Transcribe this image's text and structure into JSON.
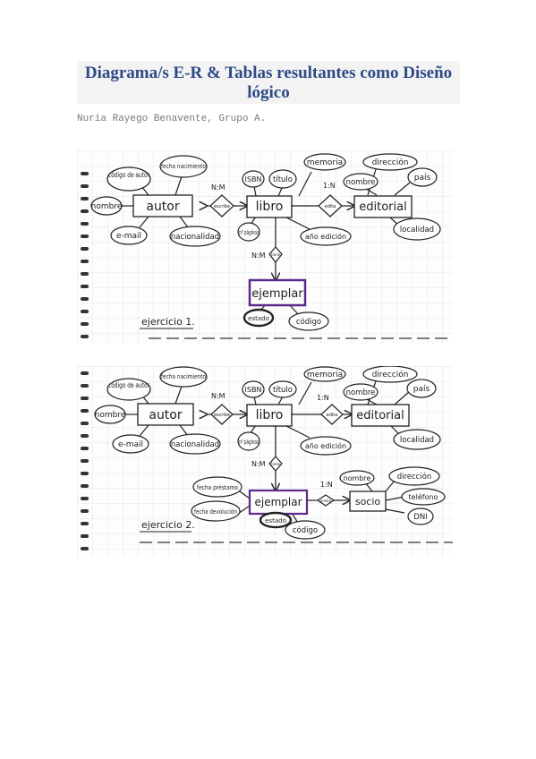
{
  "header": {
    "title": "Diagrama/s E-R & Tablas resultantes como Diseño lógico",
    "author": "Nuria Rayego Benavente, Grupo A."
  },
  "diagram1": {
    "entities": {
      "autor": "autor",
      "libro": "libro",
      "editorial": "editorial",
      "ejemplar": "ejemplar"
    },
    "attributes": {
      "codigo_autor": "código de autor",
      "fecha_nacimiento": "fecha nacimiento",
      "nombre_autor": "nombre",
      "email": "e-mail",
      "nacionalidad": "nacionalidad",
      "isbn": "ISBN",
      "titulo": "título",
      "paginas": "nº páginas",
      "anio_edicion": "año edición",
      "memoria": "memoria",
      "direccion": "dirección",
      "nombre_editorial": "nombre",
      "pais": "país",
      "localidad": "localidad",
      "estado": "estado",
      "codigo": "código"
    },
    "relationships": {
      "escribe": "escribe",
      "edita": "edita",
      "tiene": "tiene"
    },
    "cardinalities": {
      "autor_libro": "N:M",
      "libro_editorial": "1:N",
      "libro_ejemplar": "N:M"
    },
    "caption": "ejercicio 1."
  },
  "diagram2": {
    "entities": {
      "autor": "autor",
      "libro": "libro",
      "editorial": "editorial",
      "ejemplar": "ejemplar",
      "socio": "socio"
    },
    "attributes": {
      "codigo_autor": "código de autor",
      "fecha_nacimiento": "fecha nacimiento",
      "nombre_autor": "nombre",
      "email": "e-mail",
      "nacionalidad": "nacionalidad",
      "isbn": "ISBN",
      "titulo": "título",
      "paginas": "nº páginas",
      "anio_edicion": "año edición",
      "memoria": "memoria",
      "direccion": "dirección",
      "nombre_editorial": "nombre",
      "pais": "país",
      "localidad": "localidad",
      "fecha_prestamo": "fecha préstamo",
      "fecha_devolucion": "fecha devolución",
      "estado": "estado",
      "codigo": "código",
      "nombre_socio": "nombre",
      "direccion_socio": "dirección",
      "telefono": "teléfono",
      "dni": "DNI"
    },
    "relationships": {
      "escribe": "escribe",
      "edita": "edita",
      "tiene": "tiene",
      "presta": "presta"
    },
    "cardinalities": {
      "autor_libro": "N:M",
      "libro_editorial": "1:N",
      "libro_ejemplar": "N:M",
      "ejemplar_socio": "1:N"
    },
    "caption": "ejercicio 2."
  }
}
